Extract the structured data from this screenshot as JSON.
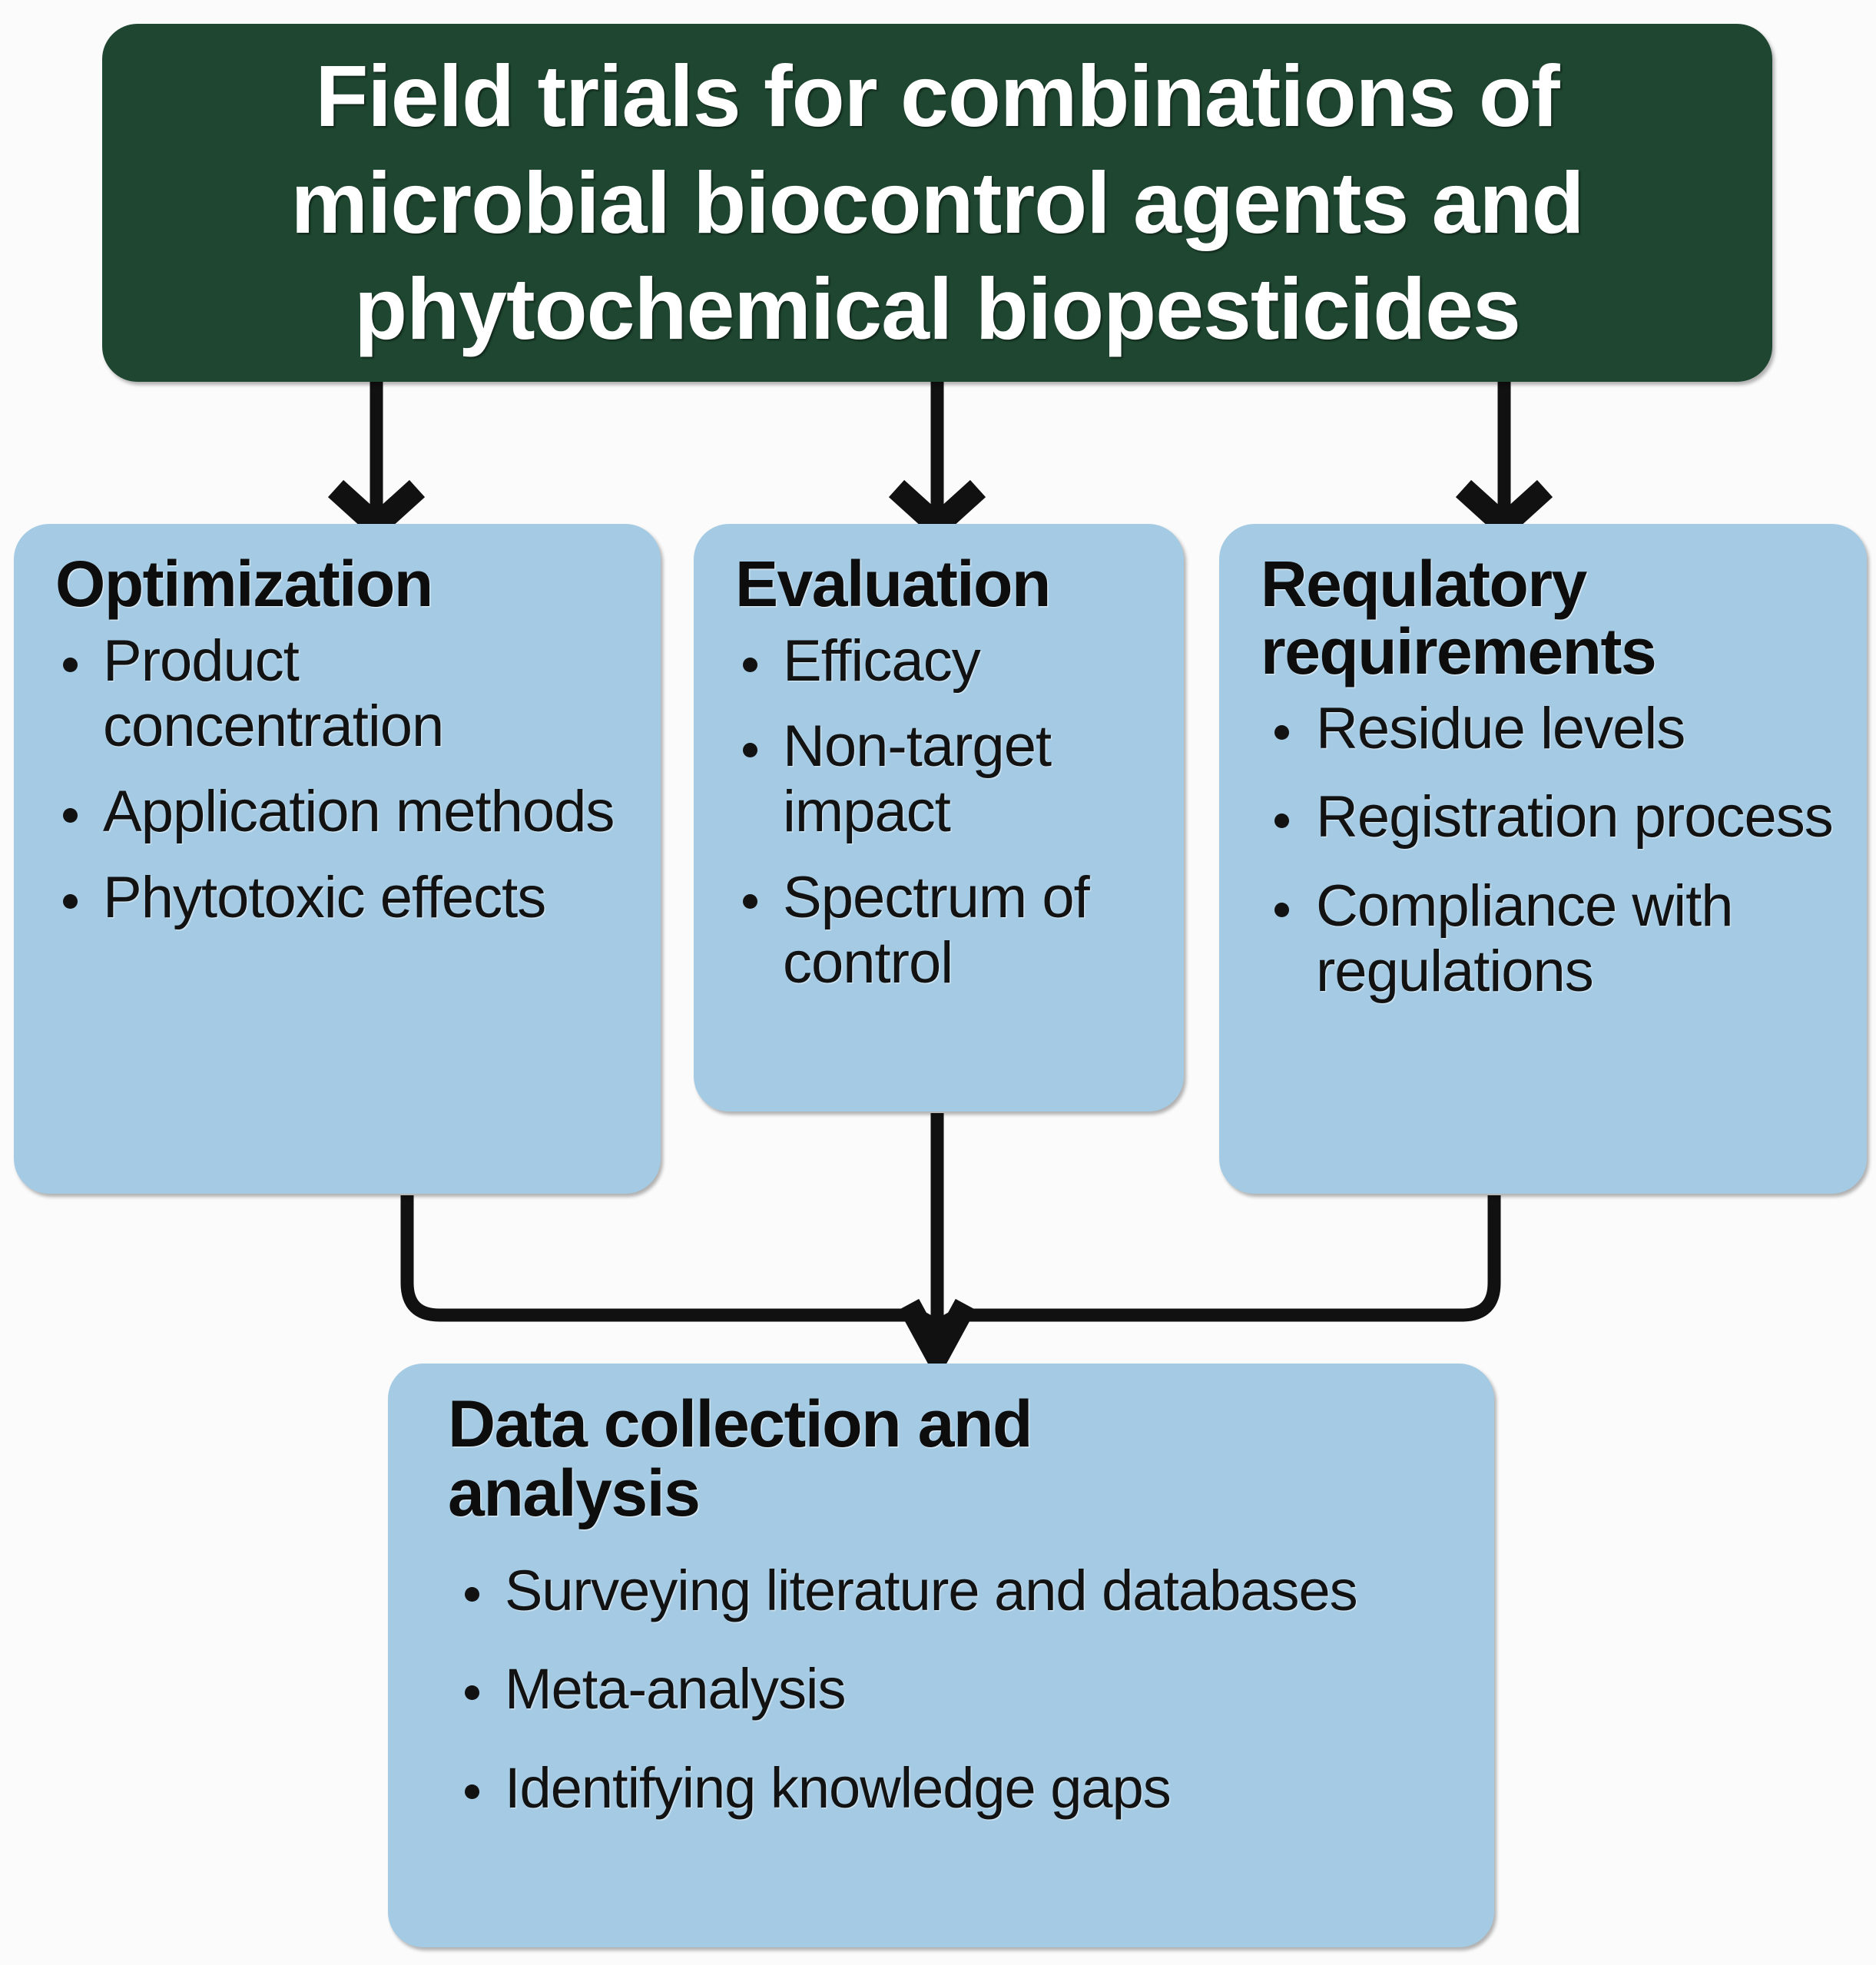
{
  "colors": {
    "background": "#fbfbfb",
    "header_fill": "#1e4630",
    "header_text": "#ffffff",
    "box_fill": "#a5cbe4",
    "box_text": "#121212",
    "connector": "#111111"
  },
  "header": {
    "title_line_1": "Field trials for combinations of",
    "title_line_2": "microbial biocontrol agents and",
    "title_line_3": "phytochemical biopesticides"
  },
  "nodes": [
    {
      "id": "optimization",
      "heading": "Optimization",
      "bullets": [
        "Product concentration",
        "Application methods",
        "Phytotoxic effects"
      ]
    },
    {
      "id": "evaluation",
      "heading": "Evaluation",
      "bullets": [
        "Efficacy",
        "Non-target impact",
        "Spectrum of control"
      ]
    },
    {
      "id": "regulatory",
      "heading_line_1": "Requlatory",
      "heading_line_2": "requirements",
      "bullets": [
        "Residue levels",
        "Registration process",
        "Compliance with regulations"
      ]
    },
    {
      "id": "data-collection",
      "heading_line_1": "Data collection and",
      "heading_line_2": "analysis",
      "bullets": [
        "Surveying literature and databases",
        "Meta-analysis",
        "Identifying knowledge gaps"
      ]
    }
  ],
  "connectors": {
    "header_to_optimization": "arrow-down",
    "header_to_evaluation": "arrow-down",
    "header_to_regulatory": "arrow-down",
    "optimization_to_data": "elbow-down-right",
    "evaluation_to_data": "line-down",
    "regulatory_to_data": "elbow-down-left",
    "merge_arrow": "arrow-down"
  },
  "chart_data": {
    "type": "flowchart",
    "title": "Field trials for combinations of microbial biocontrol agents and phytochemical biopesticides",
    "orientation": "top-down",
    "levels": [
      {
        "level": 0,
        "nodes": [
          "Field trials for combinations of microbial biocontrol agents and phytochemical biopesticides"
        ]
      },
      {
        "level": 1,
        "nodes": [
          "Optimization",
          "Evaluation",
          "Requlatory requirements"
        ]
      },
      {
        "level": 2,
        "nodes": [
          "Data collection and analysis"
        ]
      }
    ],
    "edges": [
      {
        "from": "Field trials for combinations of microbial biocontrol agents and phytochemical biopesticides",
        "to": "Optimization"
      },
      {
        "from": "Field trials for combinations of microbial biocontrol agents and phytochemical biopesticides",
        "to": "Evaluation"
      },
      {
        "from": "Field trials for combinations of microbial biocontrol agents and phytochemical biopesticides",
        "to": "Requlatory requirements"
      },
      {
        "from": "Optimization",
        "to": "Data collection and analysis"
      },
      {
        "from": "Evaluation",
        "to": "Data collection and analysis"
      },
      {
        "from": "Requlatory requirements",
        "to": "Data collection and analysis"
      }
    ]
  }
}
